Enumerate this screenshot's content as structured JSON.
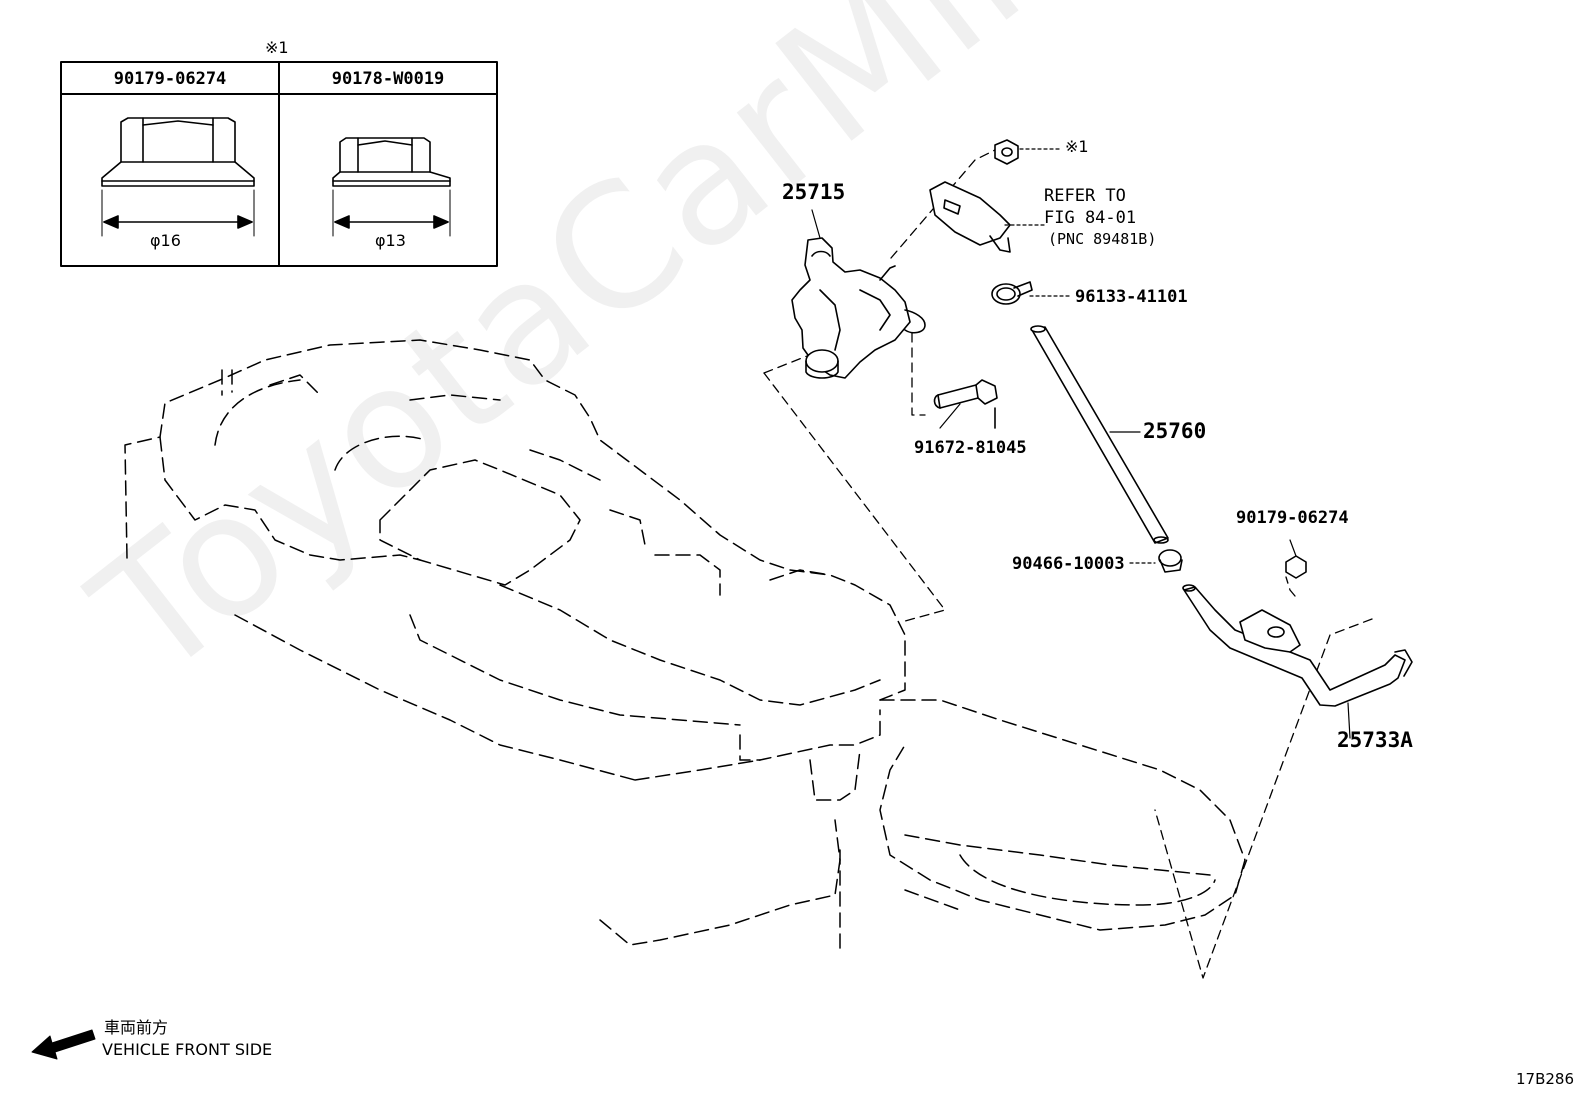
{
  "watermark": "ToyotaCarMine.ru",
  "table": {
    "note_mark": "※1",
    "col1_part": "90179-06274",
    "col2_part": "90178-W0019",
    "col1_dim": "φ16",
    "col2_dim": "φ13"
  },
  "callouts": {
    "nut_note": "※1",
    "refer_line1": "REFER TO",
    "refer_line2": "FIG 84-01",
    "refer_line3": "(PNC 89481B)",
    "p25715": "25715",
    "p96133": "96133-41101",
    "p91672": "91672-81045",
    "p25760": "25760",
    "p90179": "90179-06274",
    "p90466": "90466-10003",
    "p25733A": "25733A"
  },
  "legend": {
    "jp": "車両前方",
    "en": "VEHICLE FRONT SIDE"
  },
  "figure_code": "17B286"
}
